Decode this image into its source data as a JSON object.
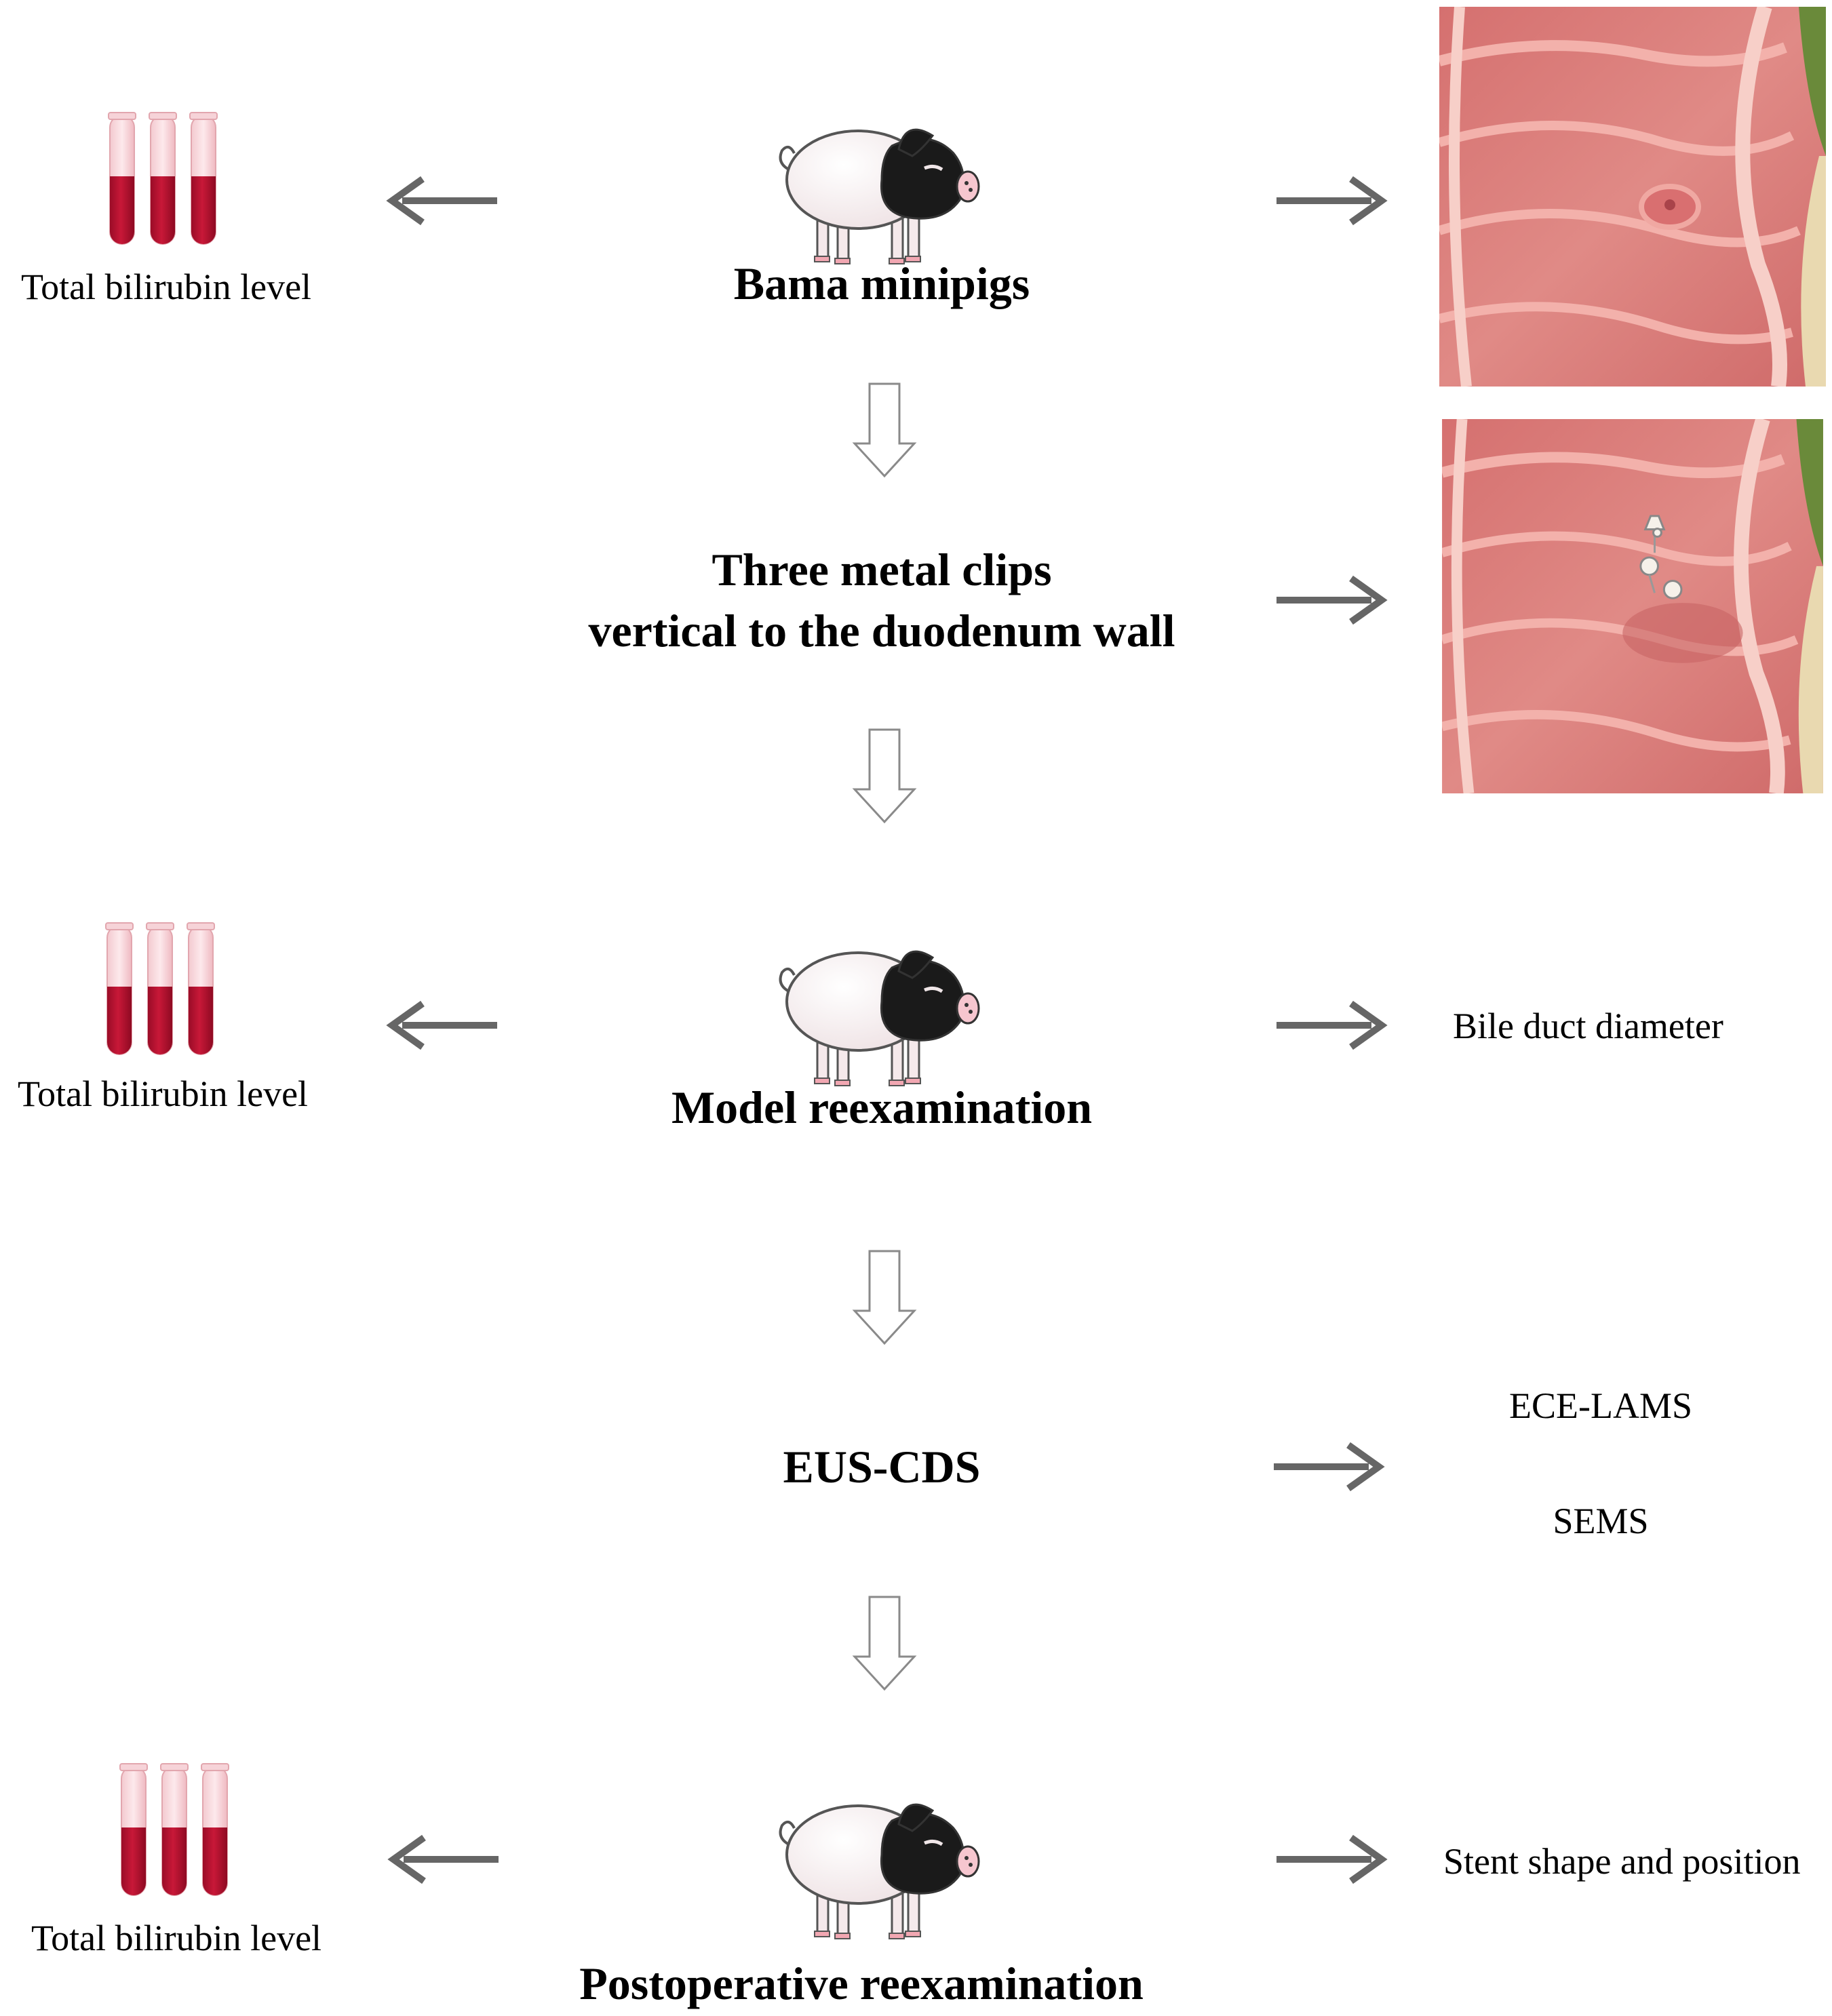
{
  "steps": {
    "bama": "Bama minipigs",
    "clips_line1": "Three metal clips",
    "clips_line2": "vertical to the duodenum wall",
    "model": "Model reexamination",
    "eus": "EUS-CDS",
    "postop": "Postoperative reexamination"
  },
  "left_labels": {
    "bilirubin_1": "Total bilirubin  level",
    "bilirubin_2": "Total bilirubin  level",
    "bilirubin_3": "Total bilirubin  level"
  },
  "right_labels": {
    "bile_duct": "Bile duct diameter",
    "ece_lams": "ECE-LAMS",
    "sems": "SEMS",
    "stent": "Stent shape and position"
  },
  "icons": {
    "pig": "pig-icon",
    "tubes": "blood-tubes-icon",
    "duodenum": "duodenum-illustration"
  },
  "colors": {
    "arrow": "#666666",
    "blood": "#b0102e",
    "tissue": "#d97a78",
    "pig_black": "#1a1a1a"
  }
}
